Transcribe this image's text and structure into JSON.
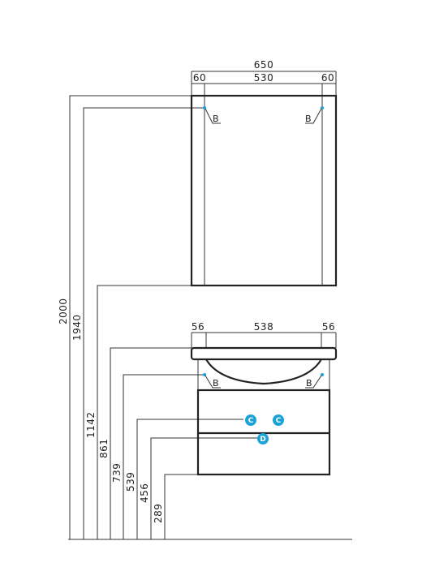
{
  "mirror": {
    "overall_width": "650",
    "left_margin": "60",
    "center_width": "530",
    "right_margin": "60",
    "mount_left": "B",
    "mount_right": "B"
  },
  "vanity": {
    "left_overhang": "56",
    "basin_width": "538",
    "right_overhang": "56",
    "mount_left": "B",
    "mount_right": "B"
  },
  "connections": {
    "c1": "C",
    "c2": "C",
    "d": "D",
    "marker_color": "#1aa3d9"
  },
  "heights": [
    "2000",
    "1940",
    "1142",
    "861",
    "739",
    "539",
    "456",
    "289"
  ]
}
